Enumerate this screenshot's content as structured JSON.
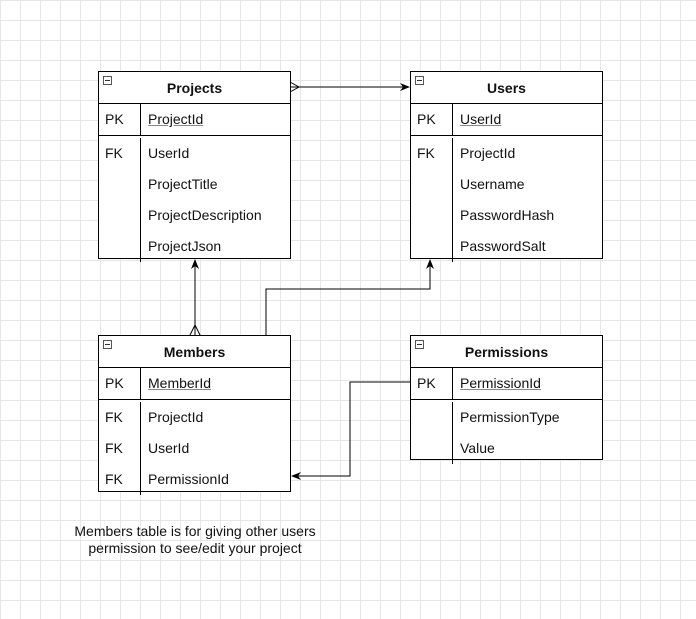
{
  "entities": {
    "projects": {
      "title": "Projects",
      "pk": {
        "key": "PK",
        "field": "ProjectId"
      },
      "rows": [
        {
          "key": "FK",
          "field": "UserId"
        },
        {
          "key": "",
          "field": "ProjectTitle"
        },
        {
          "key": "",
          "field": "ProjectDescription"
        },
        {
          "key": "",
          "field": "ProjectJson"
        }
      ]
    },
    "users": {
      "title": "Users",
      "pk": {
        "key": "PK",
        "field": "UserId"
      },
      "rows": [
        {
          "key": "FK",
          "field": "ProjectId"
        },
        {
          "key": "",
          "field": "Username"
        },
        {
          "key": "",
          "field": "PasswordHash"
        },
        {
          "key": "",
          "field": "PasswordSalt"
        }
      ]
    },
    "members": {
      "title": "Members",
      "pk": {
        "key": "PK",
        "field": "MemberId"
      },
      "rows": [
        {
          "key": "FK",
          "field": "ProjectId"
        },
        {
          "key": "FK",
          "field": "UserId"
        },
        {
          "key": "FK",
          "field": "PermissionId"
        }
      ]
    },
    "permissions": {
      "title": "Permissions",
      "pk": {
        "key": "PK",
        "field": "PermissionId"
      },
      "rows": [
        {
          "key": "",
          "field": "PermissionType"
        },
        {
          "key": "",
          "field": "Value"
        }
      ]
    }
  },
  "note": {
    "line1": "Members table is for giving other users",
    "line2": "permission to see/edit your project"
  },
  "colors": {
    "line": "#000000",
    "grid": "#e6e6e6"
  }
}
